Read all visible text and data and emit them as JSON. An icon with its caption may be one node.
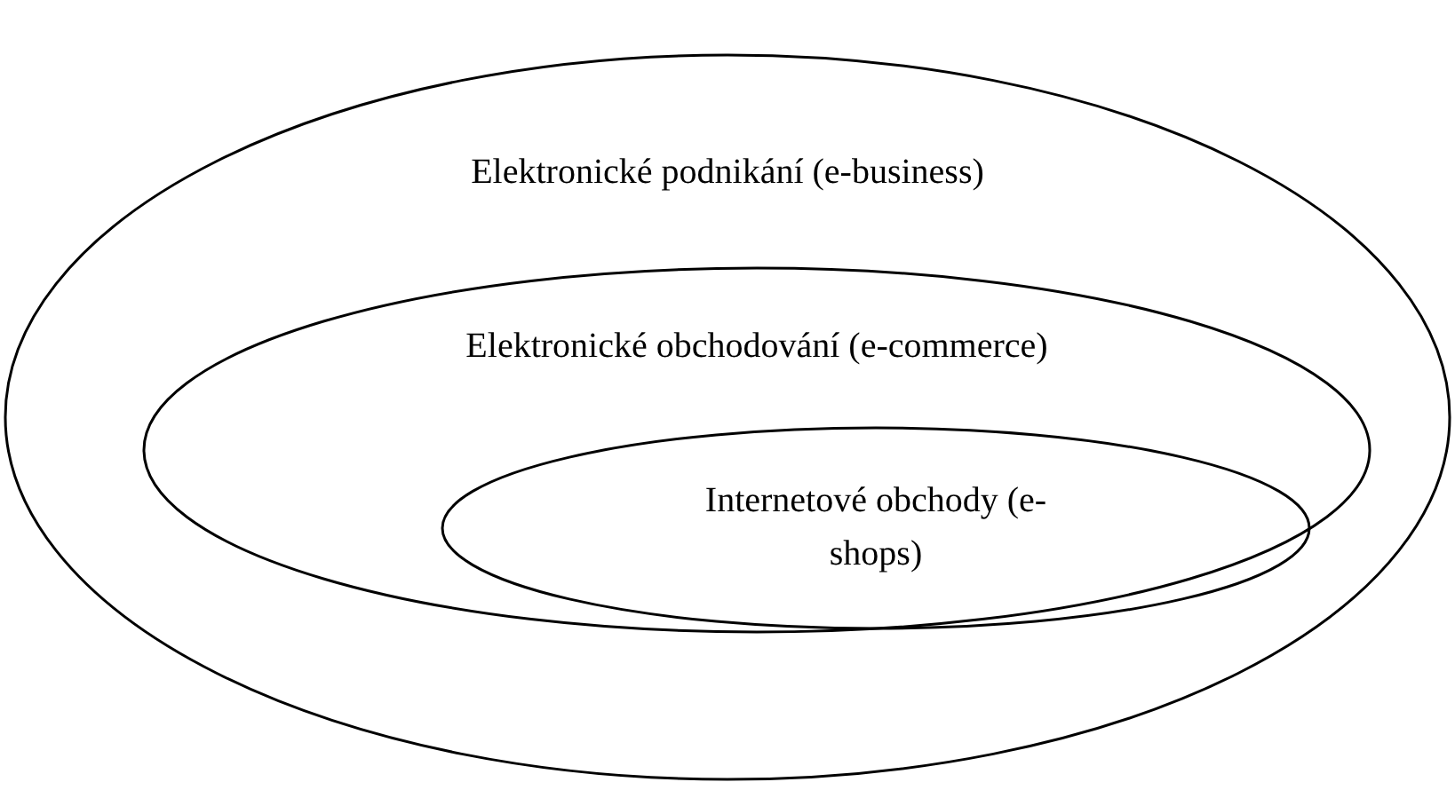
{
  "diagram": {
    "nodes": [
      {
        "text": [
          "Elektronické podnikání (e-business)"
        ]
      },
      {
        "text": [
          "Elektronické obchodování (e-commerce)"
        ],
        "in": 0
      },
      {
        "text": [
          "Internetové obchody (e-shops)"
        ],
        "in": 1
      }
    ]
  }
}
